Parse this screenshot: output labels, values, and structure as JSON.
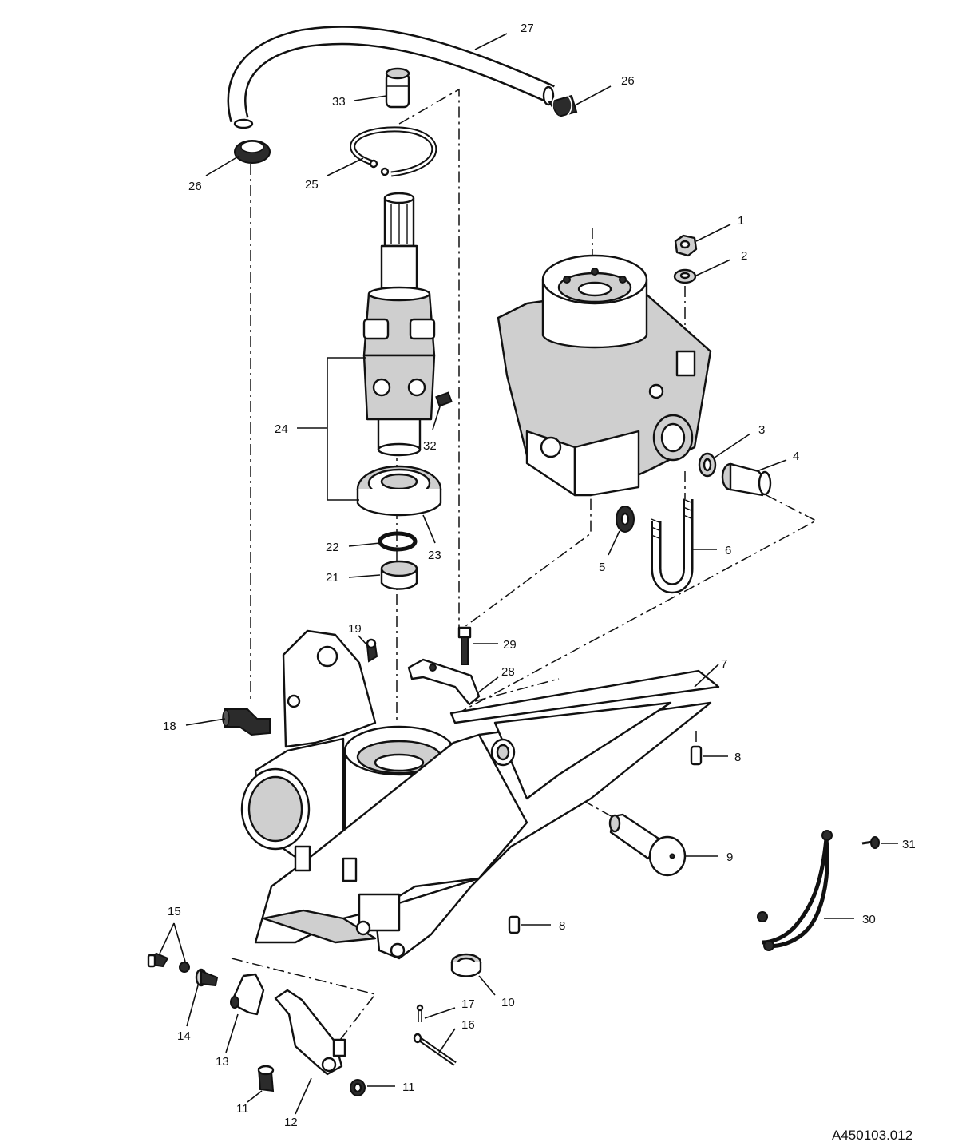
{
  "figure_id": "A450103.012",
  "callouts": [
    {
      "label": "1",
      "part": "nut"
    },
    {
      "label": "2",
      "part": "washer"
    },
    {
      "label": "3",
      "part": "washer"
    },
    {
      "label": "4",
      "part": "pivot-pin"
    },
    {
      "label": "5",
      "part": "washer"
    },
    {
      "label": "6",
      "part": "u-bolt"
    },
    {
      "label": "7",
      "part": "gimbal-ring"
    },
    {
      "label": "8",
      "part": "dowel-pin"
    },
    {
      "label": "8",
      "part": "dowel-pin"
    },
    {
      "label": "9",
      "part": "pivot-pin"
    },
    {
      "label": "10",
      "part": "bushing"
    },
    {
      "label": "11",
      "part": "nut"
    },
    {
      "label": "11",
      "part": "nut"
    },
    {
      "label": "12",
      "part": "steering-lever"
    },
    {
      "label": "13",
      "part": "clamp"
    },
    {
      "label": "14",
      "part": "screw"
    },
    {
      "label": "15",
      "part": "screw-and-washer"
    },
    {
      "label": "16",
      "part": "pin"
    },
    {
      "label": "17",
      "part": "cotter-pin"
    },
    {
      "label": "18",
      "part": "elbow-fitting"
    },
    {
      "label": "19",
      "part": "grease-fitting"
    },
    {
      "label": "21",
      "part": "bearing-race"
    },
    {
      "label": "22",
      "part": "o-ring"
    },
    {
      "label": "23",
      "part": "bearing"
    },
    {
      "label": "24",
      "part": "u-joint-assembly"
    },
    {
      "label": "25",
      "part": "retaining-ring"
    },
    {
      "label": "26",
      "part": "hose-clamp"
    },
    {
      "label": "26",
      "part": "hose-clamp"
    },
    {
      "label": "27",
      "part": "hose"
    },
    {
      "label": "28",
      "part": "cap"
    },
    {
      "label": "29",
      "part": "bolt"
    },
    {
      "label": "30",
      "part": "ground-wire"
    },
    {
      "label": "31",
      "part": "screw"
    },
    {
      "label": "32",
      "part": "set-screw"
    },
    {
      "label": "33",
      "part": "plug"
    }
  ]
}
